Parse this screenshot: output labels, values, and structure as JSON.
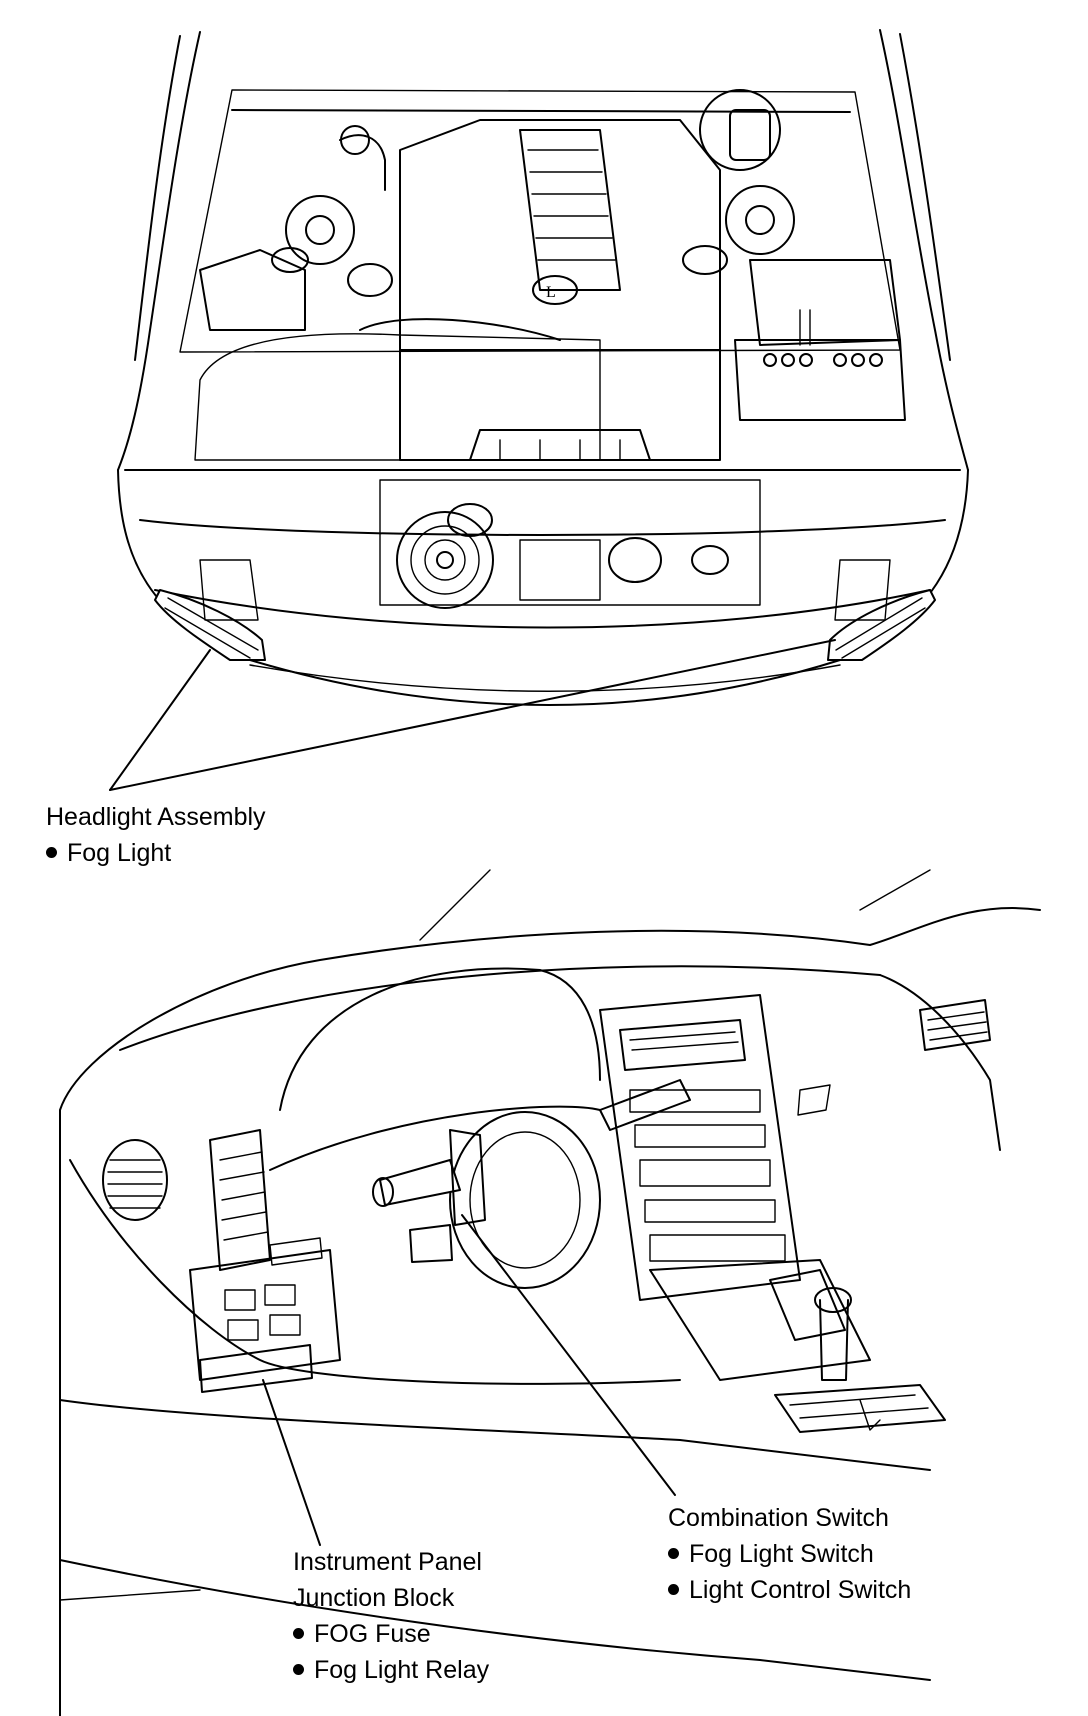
{
  "engine_view": {
    "callout_headlight": {
      "title": "Headlight Assembly",
      "items": [
        "Fog Light"
      ]
    }
  },
  "dash_view": {
    "callout_junction": {
      "title_line1": "Instrument Panel",
      "title_line2": "Junction Block",
      "items": [
        "FOG Fuse",
        "Fog Light Relay"
      ]
    },
    "callout_combination": {
      "title": "Combination Switch",
      "items": [
        "Fog Light Switch",
        "Light Control Switch"
      ]
    }
  }
}
